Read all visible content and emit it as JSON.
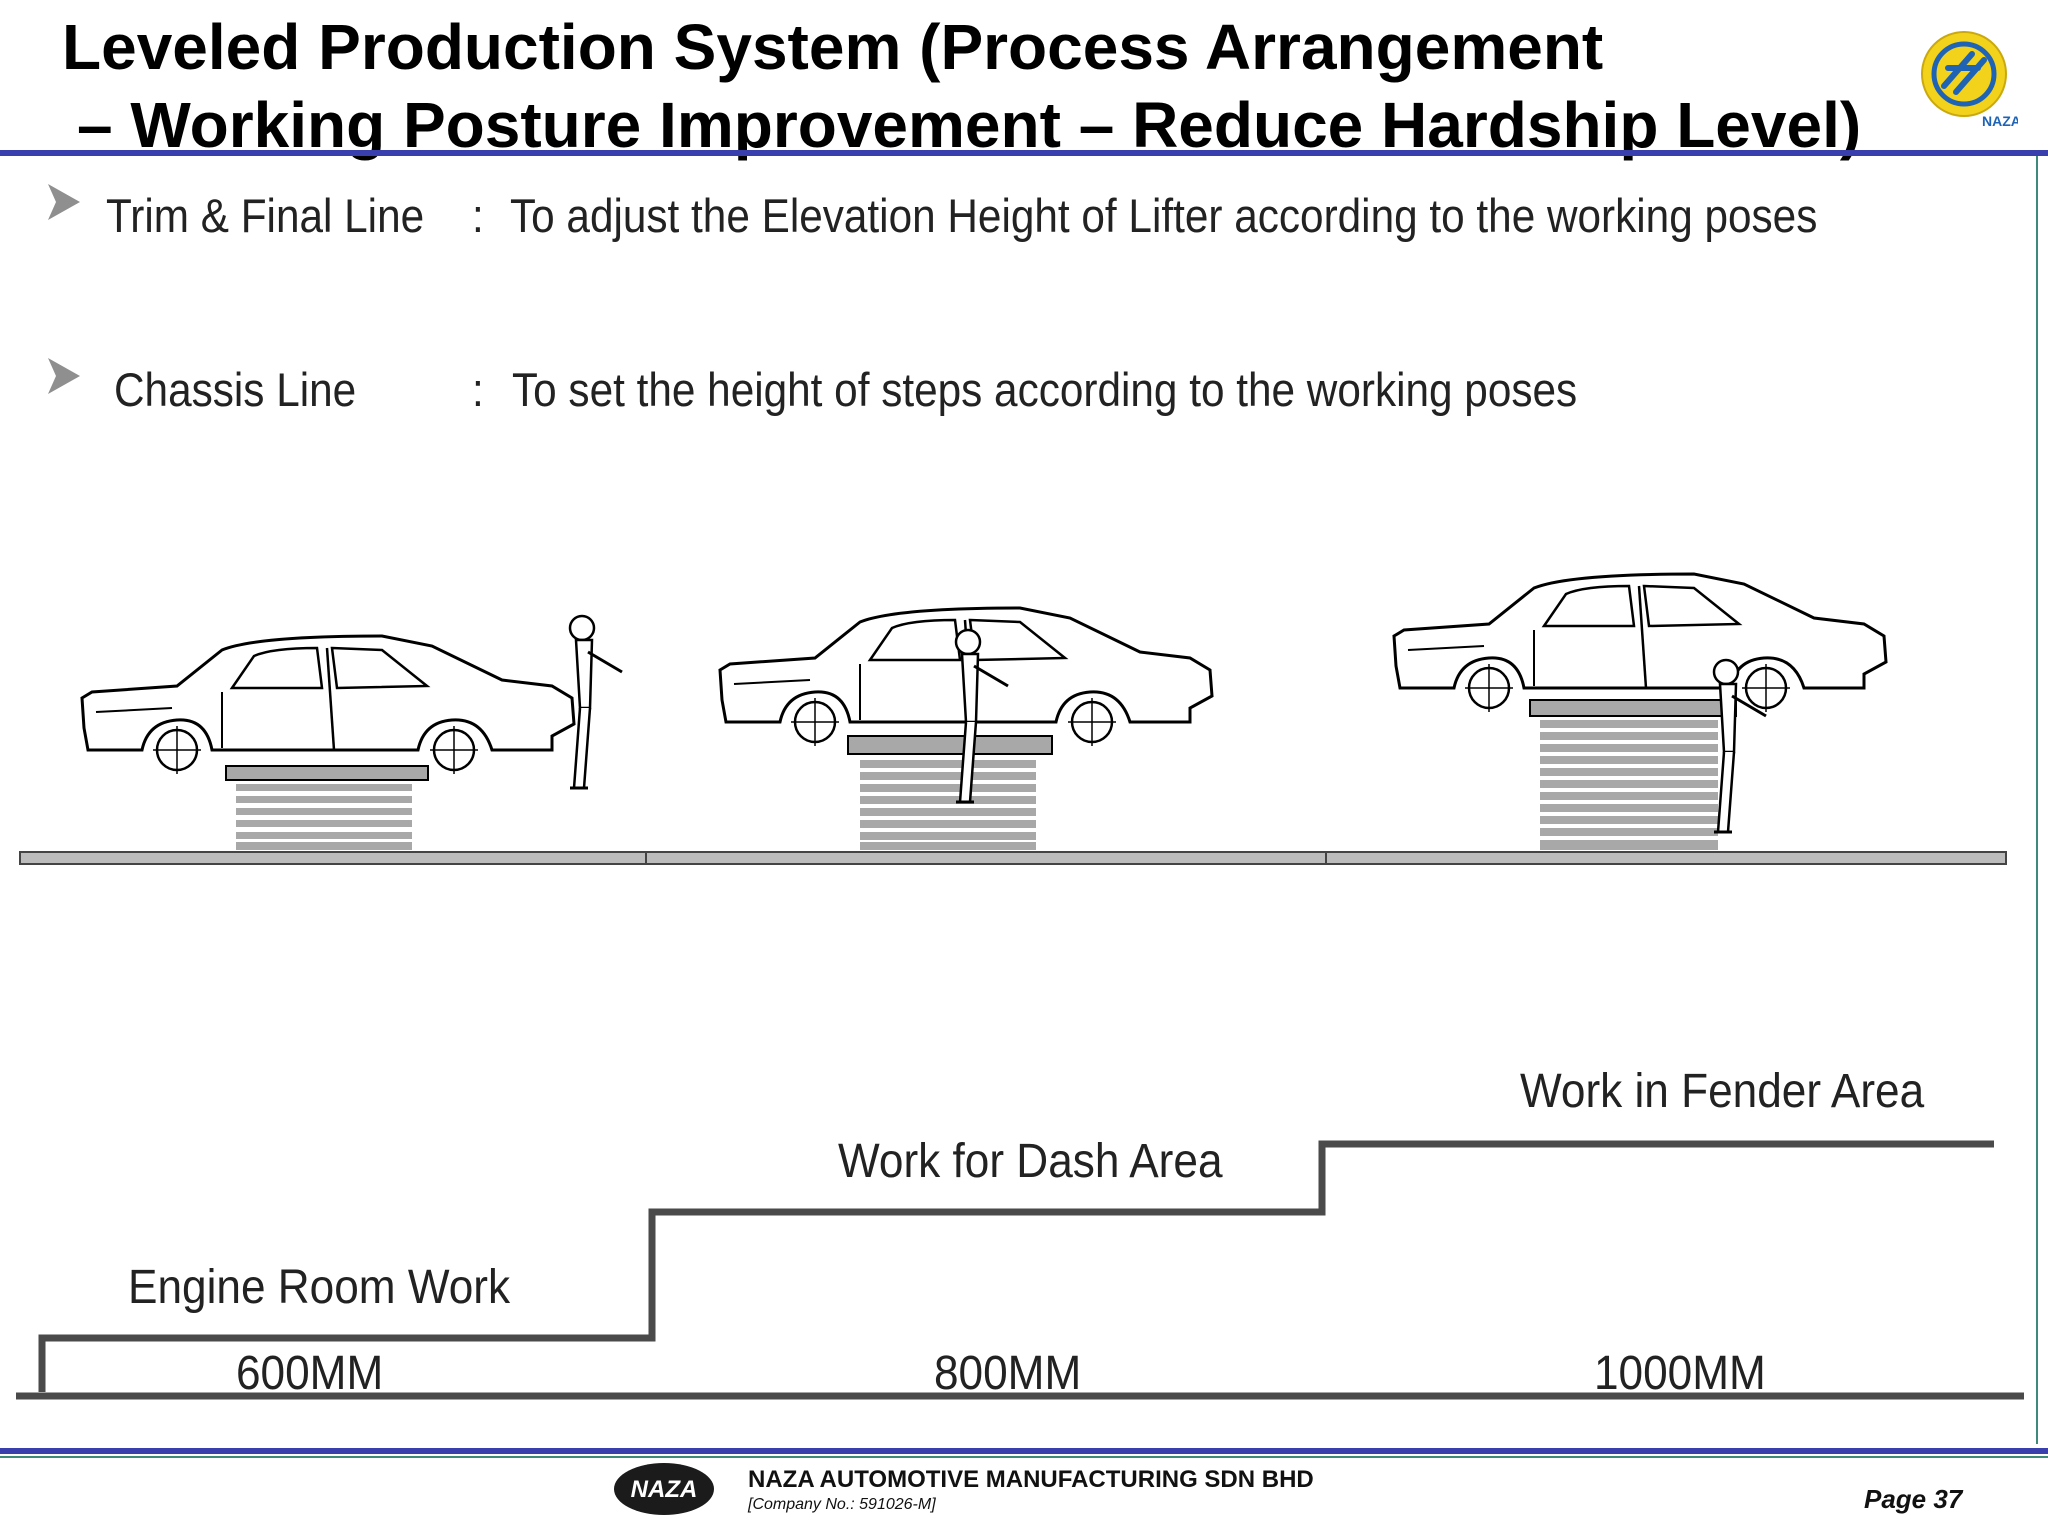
{
  "header": {
    "title_line1": "Leveled Production System (Process Arrangement",
    "title_line2": "– Working Posture Improvement – Reduce Hardship Level)",
    "logo_icon": "naza-logo-icon",
    "logo_text": "NAZA"
  },
  "bullets": [
    {
      "line": "Trim & Final Line",
      "sep": ":",
      "text": "To adjust the Elevation Height of  Lifter according to the working poses"
    },
    {
      "line": "Chassis Line",
      "sep": ":",
      "text": "To set the height of steps according to the working poses"
    }
  ],
  "steps": [
    {
      "task": "Engine Room Work",
      "height": "600MM"
    },
    {
      "task": "Work for Dash Area",
      "height": "800MM"
    },
    {
      "task": "Work in Fender Area",
      "height": "1000MM"
    }
  ],
  "footer": {
    "logo_text": "NAZA",
    "company": "NAZA AUTOMOTIVE MANUFACTURING SDN BHD",
    "company_no": "[Company No.: 591026-M]",
    "page": "Page 37"
  },
  "colors": {
    "rule_blue": "#3a3fae",
    "rule_green": "#3d8a7a",
    "lifter_gray": "#a8a8a8",
    "logo_yellow": "#f2d21b",
    "logo_blue": "#1f63b5"
  }
}
